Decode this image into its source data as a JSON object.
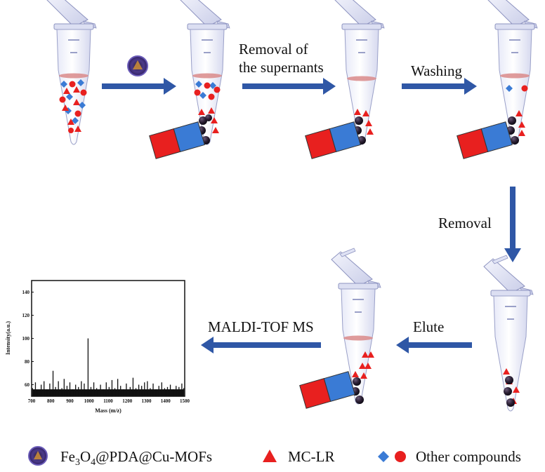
{
  "steps": {
    "removal_supernatants_line1": "Removal of",
    "removal_supernatants_line2": "the supernants",
    "washing": "Washing",
    "removal": "Removal",
    "elute": "Elute",
    "maldi": "MALDI-TOF MS"
  },
  "legend": {
    "mof_pre": "Fe",
    "mof_sub1": "3",
    "mof_mid": "O",
    "mof_sub2": "4",
    "mof_post": "@PDA@Cu-MOFs",
    "mclr": "MC-LR",
    "other": "Other compounds"
  },
  "colors": {
    "arrow": "#2f57a6",
    "red_marker": "#e8201f",
    "blue_marker": "#3a7bd5",
    "magnet_red": "#e8201f",
    "magnet_blue": "#3a7bd5",
    "liquid": "#d98a8a"
  },
  "chart_data": {
    "type": "line",
    "xlabel": "Mass (m/z)",
    "ylabel": "Intensity(a.u.)",
    "xlim": [
      700,
      1500
    ],
    "ylim": [
      50,
      150
    ],
    "xticks": [
      700,
      800,
      900,
      1000,
      1100,
      1200,
      1300,
      1400,
      1500
    ],
    "yticks": [
      60,
      80,
      100,
      120,
      140
    ],
    "series": [
      {
        "x": [
          705,
          720,
          735,
          750,
          765,
          780,
          795,
          812,
          825,
          840,
          858,
          870,
          885,
          900,
          915,
          930,
          945,
          960,
          975,
          995,
          1010,
          1025,
          1040,
          1060,
          1075,
          1090,
          1105,
          1120,
          1135,
          1150,
          1165,
          1180,
          1195,
          1215,
          1230,
          1245,
          1260,
          1275,
          1290,
          1305,
          1320,
          1335,
          1350,
          1365,
          1380,
          1395,
          1410,
          1425,
          1440,
          1455,
          1470,
          1485,
          1495
        ],
        "y": [
          57,
          62,
          55,
          60,
          63,
          56,
          61,
          72,
          58,
          63,
          57,
          65,
          59,
          62,
          56,
          60,
          58,
          63,
          61,
          100,
          58,
          62,
          57,
          60,
          56,
          62,
          58,
          64,
          57,
          65,
          59,
          56,
          61,
          58,
          66,
          57,
          60,
          59,
          62,
          63,
          57,
          61,
          56,
          59,
          62,
          57,
          58,
          60,
          56,
          59,
          58,
          61,
          57
        ]
      }
    ]
  }
}
